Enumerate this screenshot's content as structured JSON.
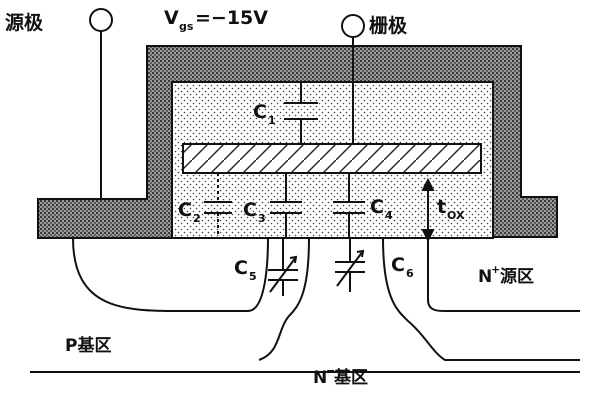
{
  "labels": {
    "source": "源极",
    "gate": "栅极",
    "vgs_main": "V",
    "vgs_sub": "gs",
    "vgs_value": "=−15V",
    "c1": "C",
    "c1_sub": "1",
    "c2": "C",
    "c2_sub": "2",
    "c3": "C",
    "c3_sub": "3",
    "c4": "C",
    "c4_sub": "4",
    "c5": "C",
    "c5_sub": "5",
    "c6": "C",
    "c6_sub": "6",
    "tox_main": "t",
    "tox_sub": "OX",
    "n_plus_source_n": "N",
    "n_plus_source_sup": "+",
    "n_plus_source_text": "源区",
    "p_base": "P基区",
    "n_minus_n": "N",
    "n_minus_sup": "−",
    "n_minus_text": "基区"
  }
}
